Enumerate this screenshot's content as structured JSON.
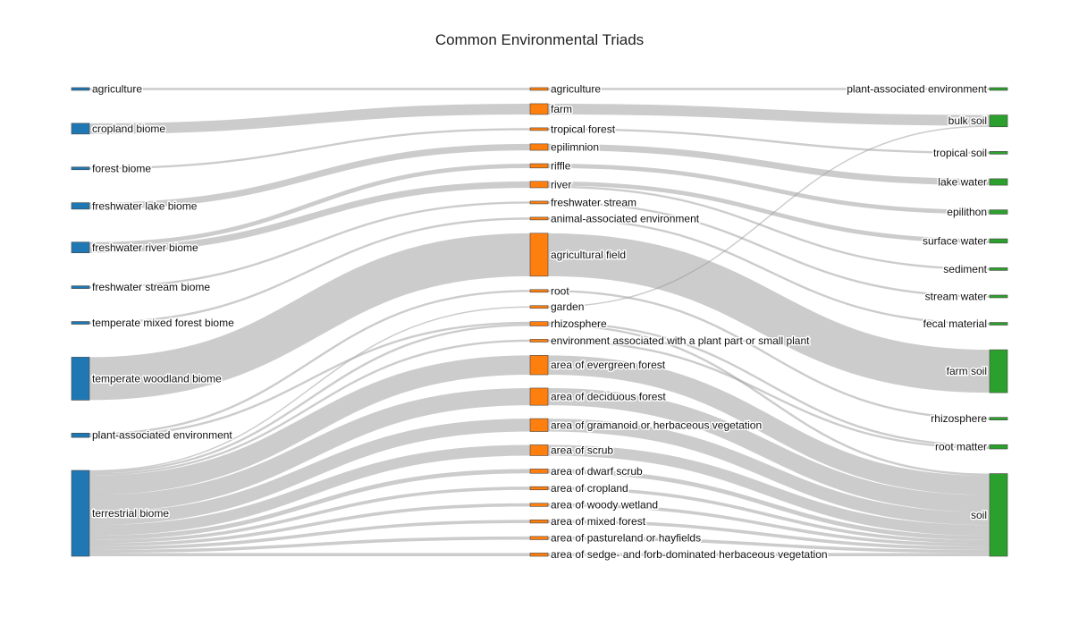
{
  "chart_data": {
    "type": "sankey",
    "title": "Common Environmental Triads",
    "colors": {
      "left": "#1f77b4",
      "middle": "#ff7f0e",
      "right": "#2ca02c",
      "link": "#9a9a9a"
    },
    "columns": {
      "left": [
        "agriculture",
        "cropland biome",
        "forest biome",
        "freshwater lake biome",
        "freshwater river biome",
        "freshwater stream biome",
        "temperate mixed forest biome",
        "temperate woodland biome",
        "plant-associated environment",
        "terrestrial biome"
      ],
      "middle": [
        "agriculture",
        "farm",
        "tropical forest",
        "epilimnion",
        "riffle",
        "river",
        "freshwater stream",
        "animal-associated environment",
        "agricultural field",
        "root",
        "garden",
        "rhizosphere",
        "environment associated with a plant part or small plant",
        "area of evergreen forest",
        "area of deciduous forest",
        "area of gramanoid or herbaceous vegetation",
        "area of scrub",
        "area of dwarf scrub",
        "area of cropland",
        "area of woody wetland",
        "area of mixed forest",
        "area of pastureland or hayfields",
        "area of sedge- and forb-dominated herbaceous vegetation"
      ],
      "right": [
        "plant-associated environment",
        "bulk soil",
        "tropical soil",
        "lake water",
        "epilithon",
        "surface water",
        "sediment",
        "stream water",
        "fecal material",
        "farm soil",
        "rhizosphere",
        "root matter",
        "soil"
      ]
    },
    "links": [
      {
        "source": "agriculture",
        "target": "agriculture",
        "value": 1
      },
      {
        "source": "cropland biome",
        "target": "farm",
        "value": 5
      },
      {
        "source": "forest biome",
        "target": "tropical forest",
        "value": 1
      },
      {
        "source": "freshwater lake biome",
        "target": "epilimnion",
        "value": 3
      },
      {
        "source": "freshwater river biome",
        "target": "riffle",
        "value": 2
      },
      {
        "source": "freshwater river biome",
        "target": "river",
        "value": 3
      },
      {
        "source": "freshwater stream biome",
        "target": "freshwater stream",
        "value": 1
      },
      {
        "source": "temperate mixed forest biome",
        "target": "animal-associated environment",
        "value": 1
      },
      {
        "source": "temperate woodland biome",
        "target": "agricultural field",
        "value": 20
      },
      {
        "source": "plant-associated environment",
        "target": "root",
        "value": 1
      },
      {
        "source": "plant-associated environment",
        "target": "rhizosphere",
        "value": 1
      },
      {
        "source": "terrestrial biome",
        "target": "garden",
        "value": 0.5
      },
      {
        "source": "terrestrial biome",
        "target": "rhizosphere",
        "value": 1
      },
      {
        "source": "terrestrial biome",
        "target": "environment associated with a plant part or small plant",
        "value": 1
      },
      {
        "source": "terrestrial biome",
        "target": "area of evergreen forest",
        "value": 9
      },
      {
        "source": "terrestrial biome",
        "target": "area of deciduous forest",
        "value": 8
      },
      {
        "source": "terrestrial biome",
        "target": "area of gramanoid or herbaceous vegetation",
        "value": 6
      },
      {
        "source": "terrestrial biome",
        "target": "area of scrub",
        "value": 5
      },
      {
        "source": "terrestrial biome",
        "target": "area of dwarf scrub",
        "value": 2
      },
      {
        "source": "terrestrial biome",
        "target": "area of cropland",
        "value": 1.5
      },
      {
        "source": "terrestrial biome",
        "target": "area of woody wetland",
        "value": 1.5
      },
      {
        "source": "terrestrial biome",
        "target": "area of mixed forest",
        "value": 1.5
      },
      {
        "source": "terrestrial biome",
        "target": "area of pastureland or hayfields",
        "value": 1.5
      },
      {
        "source": "terrestrial biome",
        "target": "area of sedge- and forb-dominated herbaceous vegetation",
        "value": 1.5
      },
      {
        "source": "agriculture",
        "target": "plant-associated environment",
        "value": 1
      },
      {
        "source": "farm",
        "target": "bulk soil",
        "value": 5
      },
      {
        "source": "garden",
        "target": "bulk soil",
        "value": 0.5
      },
      {
        "source": "tropical forest",
        "target": "tropical soil",
        "value": 1
      },
      {
        "source": "epilimnion",
        "target": "lake water",
        "value": 3
      },
      {
        "source": "riffle",
        "target": "epilithon",
        "value": 2
      },
      {
        "source": "river",
        "target": "surface water",
        "value": 2
      },
      {
        "source": "river",
        "target": "sediment",
        "value": 1
      },
      {
        "source": "freshwater stream",
        "target": "stream water",
        "value": 1
      },
      {
        "source": "animal-associated environment",
        "target": "fecal material",
        "value": 1
      },
      {
        "source": "agricultural field",
        "target": "farm soil",
        "value": 20
      },
      {
        "source": "root",
        "target": "rhizosphere",
        "value": 1
      },
      {
        "source": "rhizosphere",
        "target": "root matter",
        "value": 1
      },
      {
        "source": "rhizosphere",
        "target": "soil",
        "value": 1
      },
      {
        "source": "environment associated with a plant part or small plant",
        "target": "root matter",
        "value": 1
      },
      {
        "source": "area of evergreen forest",
        "target": "soil",
        "value": 9
      },
      {
        "source": "area of deciduous forest",
        "target": "soil",
        "value": 8
      },
      {
        "source": "area of gramanoid or herbaceous vegetation",
        "target": "soil",
        "value": 6
      },
      {
        "source": "area of scrub",
        "target": "soil",
        "value": 5
      },
      {
        "source": "area of dwarf scrub",
        "target": "soil",
        "value": 2
      },
      {
        "source": "area of cropland",
        "target": "soil",
        "value": 1.5
      },
      {
        "source": "area of woody wetland",
        "target": "soil",
        "value": 1.5
      },
      {
        "source": "area of mixed forest",
        "target": "soil",
        "value": 1.5
      },
      {
        "source": "area of pastureland or hayfields",
        "target": "soil",
        "value": 1.5
      },
      {
        "source": "area of sedge- and forb-dominated herbaceous vegetation",
        "target": "soil",
        "value": 1.5
      }
    ]
  }
}
